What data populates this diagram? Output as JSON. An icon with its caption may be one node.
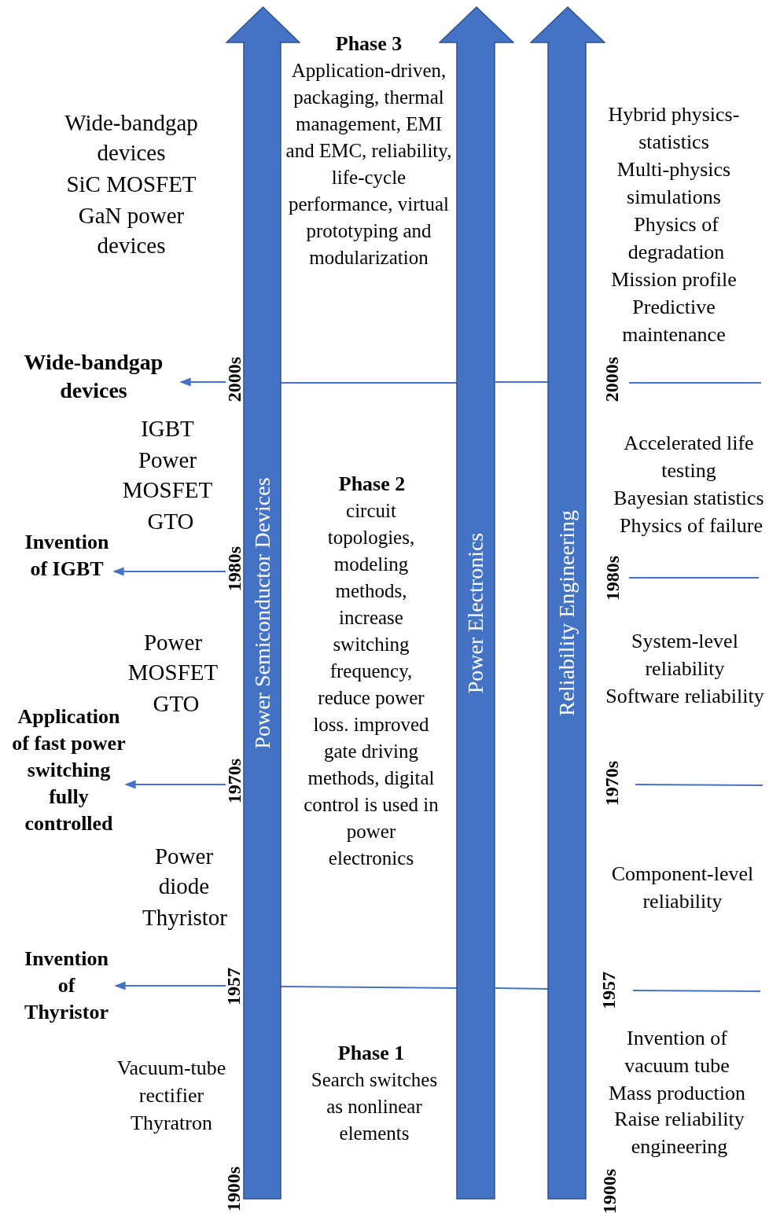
{
  "diagram": {
    "nodes": [
      {
        "text": [
          "Power Semiconductor Devices"
        ]
      },
      {
        "text": [
          "Power Electronics"
        ]
      },
      {
        "text": [
          "Reliability Engineering"
        ]
      },
      {
        "text": [
          "Wide-bandgap devices"
        ]
      },
      {
        "text": [
          "Invention of IGBT"
        ]
      },
      {
        "text": [
          "Application of fast power switching fully controlled"
        ]
      },
      {
        "text": [
          "Invention of Thyristor"
        ]
      }
    ],
    "edges": [
      {
        "from": 0,
        "to": 3,
        "arrow": "to"
      },
      {
        "from": 0,
        "to": 4,
        "arrow": "to"
      },
      {
        "from": 0,
        "to": 5,
        "arrow": "to"
      },
      {
        "from": 0,
        "to": 6,
        "arrow": "to"
      }
    ],
    "labels": [
      "Wide-bandgap devices",
      "SiC MOSFET",
      "GaN power devices",
      "Phase 3",
      "Application-driven, packaging, thermal management, EMI and EMC, reliability, life-cycle performance, virtual prototyping and modularization",
      "Hybrid physics-statistics",
      "Multi-physics simulations",
      "Physics of degradation",
      "Mission profile",
      "Predictive maintenance",
      "2000s",
      "2000s",
      "IGBT",
      "Power MOSFET",
      "GTO",
      "Phase 2",
      "circuit topologies, modeling methods, increase switching frequency, reduce power loss. improved gate driving methods, digital control is used in power electronics",
      "Accelerated life testing",
      "Bayesian statistics",
      "Physics of failure",
      "1980s",
      "1980s",
      "Power MOSFET",
      "GTO",
      "System-level reliability",
      "Software reliability",
      "1970s",
      "1970s",
      "Power diode",
      "Thyristor",
      "Component-level reliability",
      "1957",
      "1957",
      "Phase 1",
      "Search switches as nonlinear elements",
      "Vacuum-tube rectifier",
      "Thyratron",
      "Invention of vacuum tube",
      "Mass production",
      "Raise reliability engineering",
      "1900s",
      "1900s"
    ]
  }
}
